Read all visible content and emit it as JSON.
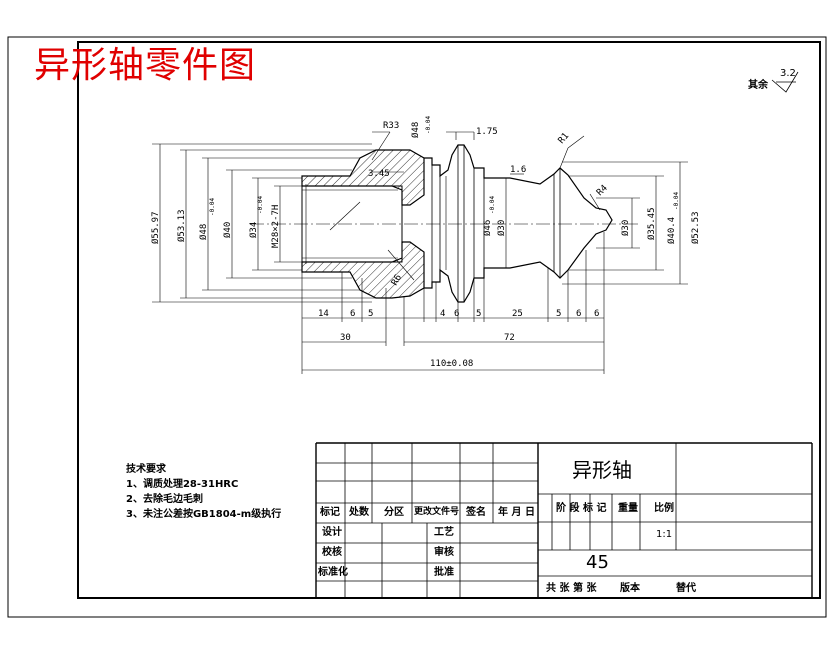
{
  "drawing_title": "异形轴零件图",
  "roughness": {
    "label": "其余",
    "value": "3.2"
  },
  "tech_requirements": {
    "heading": "技术要求",
    "items": [
      "1、调质处理28-31HRC",
      "2、去除毛边毛刺",
      "3、未注公差按GB1804-m级执行"
    ]
  },
  "dimensions": {
    "r33": "R33",
    "d48_top": "Ø48",
    "d48_top_tol": "-0.04",
    "w175": "1.75",
    "c345": "3.45",
    "c16": "1.6",
    "r1": "R1",
    "r4": "R4",
    "r6": "R6",
    "d5597": "Ø55.97",
    "d5313": "Ø53.13",
    "d48": "Ø48",
    "d48_tol": "-0.04",
    "d40": "Ø40",
    "d34": "Ø34",
    "d34_tol": "-0.04",
    "m28": "M28×2-7H",
    "d46": "Ø46",
    "d46_tol": "-0.04",
    "d30": "Ø30",
    "d30b": "Ø30",
    "d3545": "Ø35.45",
    "d404": "Ø40.4",
    "d404_tol": "-0.04",
    "d5253": "Ø52.53",
    "l14": "14",
    "l6a": "6",
    "l5a": "5",
    "l4": "4",
    "l6b": "6",
    "l5b": "5",
    "l25": "25",
    "l5c": "5",
    "l6c": "6",
    "l6d": "6",
    "l30": "30",
    "l72": "72",
    "l110": "110±0.08"
  },
  "title_block": {
    "part_name": "异形轴",
    "material": "45",
    "rev_headers": [
      "标记",
      "处数",
      "分区",
      "更改文件号",
      "签名",
      "年 月 日"
    ],
    "design": "设计",
    "standard": "标准化",
    "check": "校核",
    "process": "工艺",
    "review": "审核",
    "approve": "批准",
    "stage_mark": "阶 段 标 记",
    "weight": "重量",
    "ratio": "比例",
    "ratio_value": "1:1",
    "sheets": "共  张 第  张",
    "version": "版本",
    "replace": "替代"
  }
}
